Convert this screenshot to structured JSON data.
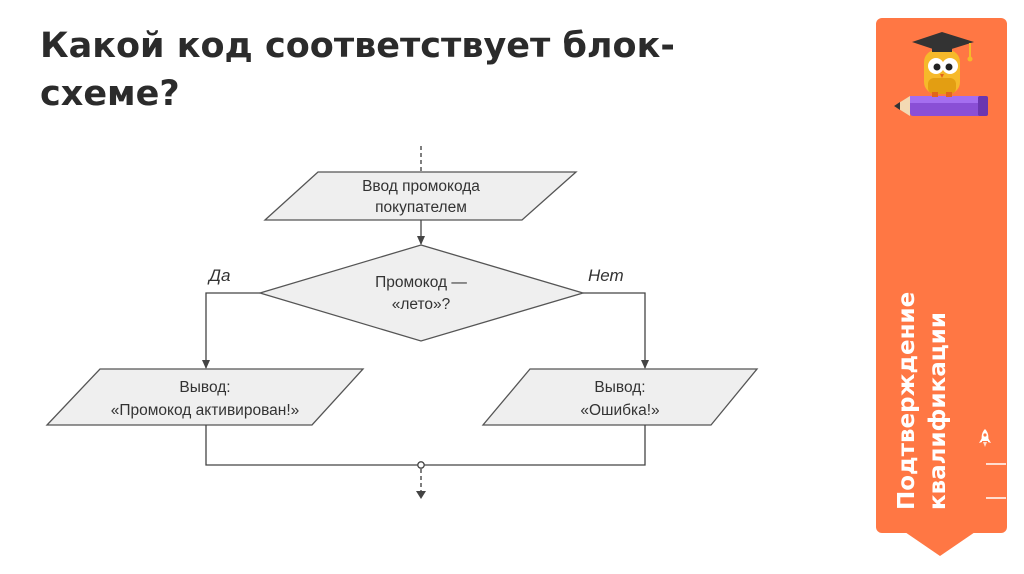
{
  "slide": {
    "title": "Какой код соответствует блок-схеме?"
  },
  "flowchart": {
    "input_block": {
      "line1": "Ввод промокода",
      "line2": "покупателем"
    },
    "decision": {
      "line1": "Промокод —",
      "line2": "«лето»?"
    },
    "yes_label": "Да",
    "no_label": "Нет",
    "left_output": {
      "line1": "Вывод:",
      "line2": "«Промокод активирован!»"
    },
    "right_output": {
      "line1": "Вывод:",
      "line2": "«Ошибка!»"
    }
  },
  "sidebar": {
    "label_line1": "Подтверждение",
    "label_line2": "квалификации",
    "accent_color": "#ff7744",
    "mascot_icon": "owl-on-pencil-icon",
    "rocket_icon": "rocket-icon"
  }
}
